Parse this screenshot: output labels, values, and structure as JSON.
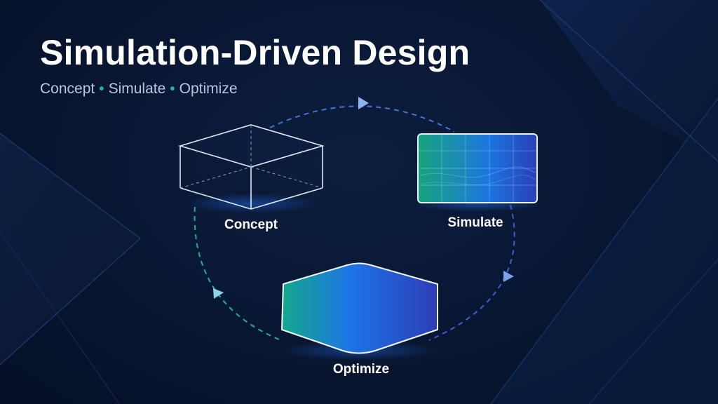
{
  "slide": {
    "title": "Simulation-Driven Design",
    "subtitle": {
      "items": [
        "Concept",
        "Simulate",
        "Optimize"
      ],
      "separator": "•"
    }
  },
  "diagram": {
    "nodes": [
      {
        "id": "concept",
        "label": "Concept",
        "icon": "wireframe-box-icon"
      },
      {
        "id": "simulate",
        "label": "Simulate",
        "icon": "simulation-grid-icon"
      },
      {
        "id": "optimize",
        "label": "Optimize",
        "icon": "optimized-hexagon-icon"
      }
    ],
    "cycle": "clockwise"
  },
  "colors": {
    "background": "#07132b",
    "accent_teal": "#22b6a0",
    "accent_blue": "#2f6de0",
    "text": "#ffffff",
    "subtitle_text": "#b9c6dc"
  }
}
